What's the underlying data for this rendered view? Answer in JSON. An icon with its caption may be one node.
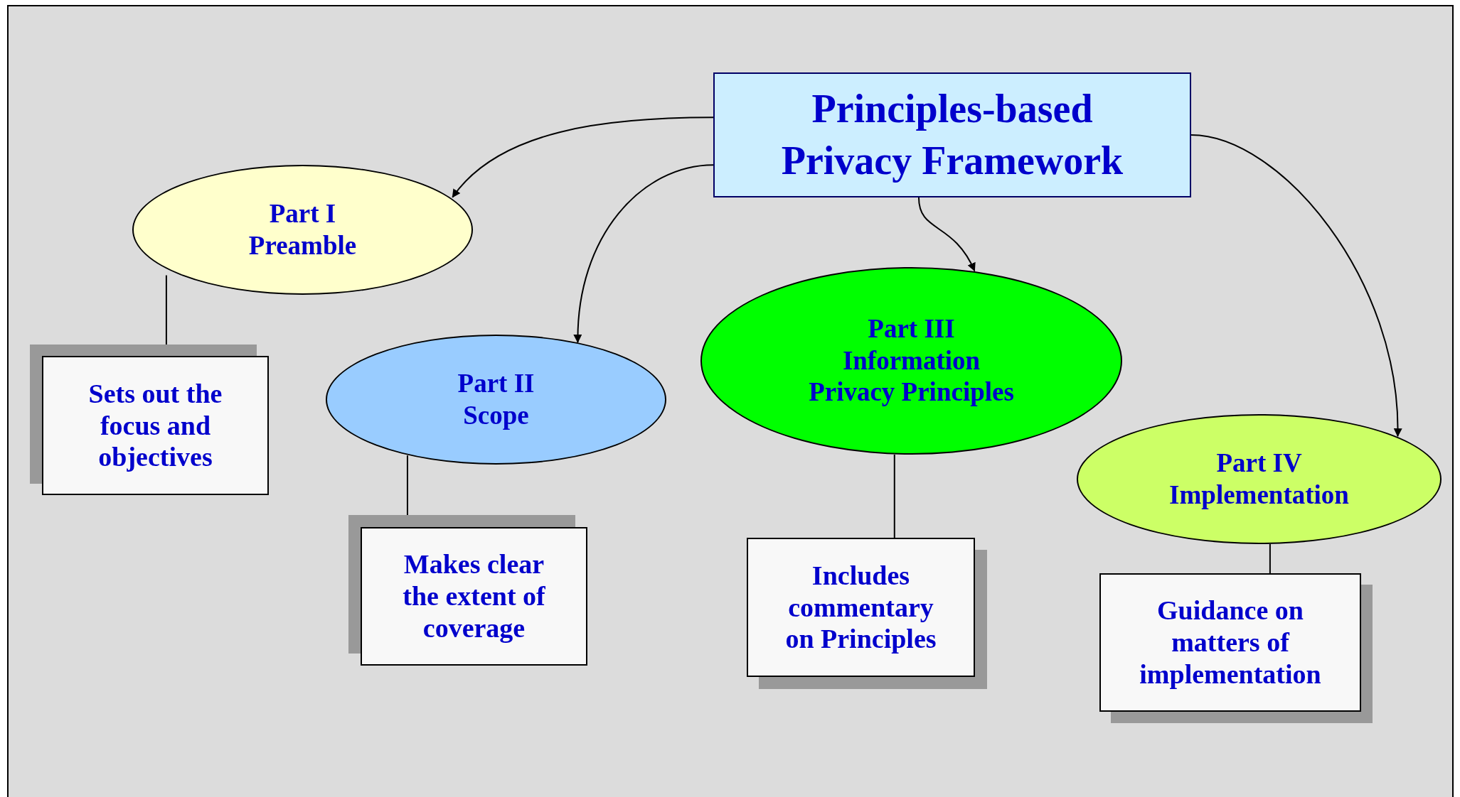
{
  "diagram": {
    "nodes": [
      {
        "text": [
          "Principles-based Privacy Framework"
        ]
      },
      {
        "text": [
          "Part I",
          "Preamble"
        ]
      },
      {
        "text": [
          "Sets out the focus and objectives"
        ]
      },
      {
        "text": [
          "Part II",
          "Scope"
        ]
      },
      {
        "text": [
          "Makes clear the extent of coverage"
        ]
      },
      {
        "text": [
          "Part III",
          "Information Privacy Principles"
        ]
      },
      {
        "text": [
          "Includes commentary on Principles"
        ]
      },
      {
        "text": [
          "Part IV",
          "Implementation"
        ]
      },
      {
        "text": [
          "Guidance on matters of implementation"
        ]
      }
    ],
    "edges": [
      {
        "from": 0,
        "to": 1,
        "arrow": "to"
      },
      {
        "from": 0,
        "to": 3,
        "arrow": "to"
      },
      {
        "from": 0,
        "to": 5,
        "arrow": "to"
      },
      {
        "from": 0,
        "to": 7,
        "arrow": "to"
      },
      {
        "from": 1,
        "to": 2,
        "arrow": "none"
      },
      {
        "from": 3,
        "to": 4,
        "arrow": "none"
      },
      {
        "from": 5,
        "to": 6,
        "arrow": "none"
      },
      {
        "from": 7,
        "to": 8,
        "arrow": "none"
      }
    ]
  }
}
